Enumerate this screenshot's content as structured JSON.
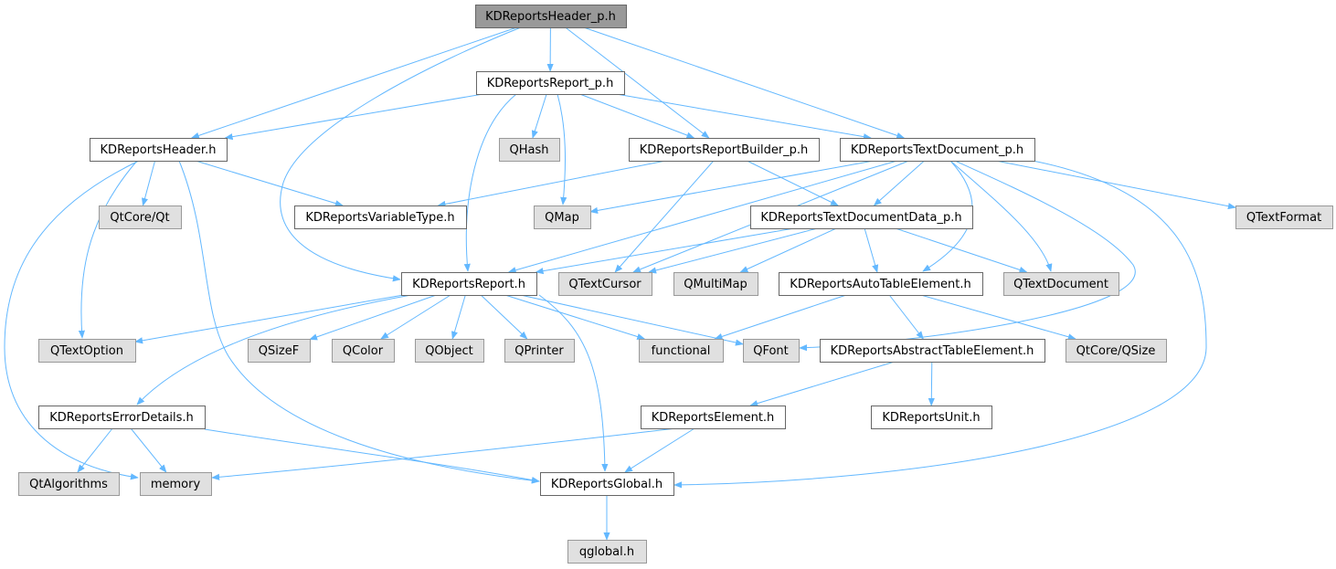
{
  "colors": {
    "edge": "#63b8ff",
    "root_fill": "#999999",
    "local_fill": "#ffffff",
    "external_fill": "#e0e0e0",
    "border_dark": "#666666",
    "border_light": "#999999"
  },
  "nodes": {
    "KDReportsHeader_p_h": {
      "label": "KDReportsHeader_p.h",
      "kind": "root"
    },
    "KDReportsReport_p_h": {
      "label": "KDReportsReport_p.h",
      "kind": "local"
    },
    "KDReportsHeader_h": {
      "label": "KDReportsHeader.h",
      "kind": "local"
    },
    "QHash": {
      "label": "QHash",
      "kind": "external"
    },
    "KDReportsReportBuilder_p_h": {
      "label": "KDReportsReportBuilder_p.h",
      "kind": "local"
    },
    "KDReportsTextDocument_p_h": {
      "label": "KDReportsTextDocument_p.h",
      "kind": "local"
    },
    "QtCore_Qt": {
      "label": "QtCore/Qt",
      "kind": "external"
    },
    "KDReportsVariableType_h": {
      "label": "KDReportsVariableType.h",
      "kind": "local"
    },
    "QMap": {
      "label": "QMap",
      "kind": "external"
    },
    "KDReportsTextDocumentData_p_h": {
      "label": "KDReportsTextDocumentData_p.h",
      "kind": "local"
    },
    "QTextFormat": {
      "label": "QTextFormat",
      "kind": "external"
    },
    "KDReportsReport_h": {
      "label": "KDReportsReport.h",
      "kind": "local"
    },
    "QTextCursor": {
      "label": "QTextCursor",
      "kind": "external"
    },
    "QMultiMap": {
      "label": "QMultiMap",
      "kind": "external"
    },
    "KDReportsAutoTableElement_h": {
      "label": "KDReportsAutoTableElement.h",
      "kind": "local"
    },
    "QTextDocument": {
      "label": "QTextDocument",
      "kind": "external"
    },
    "QTextOption": {
      "label": "QTextOption",
      "kind": "external"
    },
    "QSizeF": {
      "label": "QSizeF",
      "kind": "external"
    },
    "QColor": {
      "label": "QColor",
      "kind": "external"
    },
    "QObject": {
      "label": "QObject",
      "kind": "external"
    },
    "QPrinter": {
      "label": "QPrinter",
      "kind": "external"
    },
    "functional": {
      "label": "functional",
      "kind": "external"
    },
    "QFont": {
      "label": "QFont",
      "kind": "external"
    },
    "KDReportsAbstractTableElement_h": {
      "label": "KDReportsAbstractTableElement.h",
      "kind": "local"
    },
    "QtCore_QSize": {
      "label": "QtCore/QSize",
      "kind": "external"
    },
    "KDReportsErrorDetails_h": {
      "label": "KDReportsErrorDetails.h",
      "kind": "local"
    },
    "KDReportsElement_h": {
      "label": "KDReportsElement.h",
      "kind": "local"
    },
    "KDReportsUnit_h": {
      "label": "KDReportsUnit.h",
      "kind": "local"
    },
    "QtAlgorithms": {
      "label": "QtAlgorithms",
      "kind": "external"
    },
    "memory": {
      "label": "memory",
      "kind": "external"
    },
    "KDReportsGlobal_h": {
      "label": "KDReportsGlobal.h",
      "kind": "local"
    },
    "qglobal_h": {
      "label": "qglobal.h",
      "kind": "external"
    }
  },
  "edges": [
    [
      "KDReportsHeader_p_h",
      "KDReportsReport_p_h"
    ],
    [
      "KDReportsHeader_p_h",
      "KDReportsHeader_h"
    ],
    [
      "KDReportsHeader_p_h",
      "KDReportsReportBuilder_p_h"
    ],
    [
      "KDReportsHeader_p_h",
      "KDReportsTextDocument_p_h"
    ],
    [
      "KDReportsHeader_p_h",
      "KDReportsReport_h"
    ],
    [
      "KDReportsReport_p_h",
      "KDReportsHeader_h"
    ],
    [
      "KDReportsReport_p_h",
      "QHash"
    ],
    [
      "KDReportsReport_p_h",
      "KDReportsReportBuilder_p_h"
    ],
    [
      "KDReportsReport_p_h",
      "KDReportsTextDocument_p_h"
    ],
    [
      "KDReportsReport_p_h",
      "QMap"
    ],
    [
      "KDReportsReport_p_h",
      "KDReportsReport_h"
    ],
    [
      "KDReportsHeader_h",
      "QtCore_Qt"
    ],
    [
      "KDReportsHeader_h",
      "KDReportsVariableType_h"
    ],
    [
      "KDReportsHeader_h",
      "QTextOption"
    ],
    [
      "KDReportsHeader_h",
      "memory"
    ],
    [
      "KDReportsHeader_h",
      "KDReportsGlobal_h"
    ],
    [
      "KDReportsReportBuilder_p_h",
      "KDReportsVariableType_h"
    ],
    [
      "KDReportsReportBuilder_p_h",
      "KDReportsTextDocumentData_p_h"
    ],
    [
      "KDReportsReportBuilder_p_h",
      "QTextCursor"
    ],
    [
      "KDReportsTextDocument_p_h",
      "QMap"
    ],
    [
      "KDReportsTextDocument_p_h",
      "KDReportsTextDocumentData_p_h"
    ],
    [
      "KDReportsTextDocument_p_h",
      "QTextFormat"
    ],
    [
      "KDReportsTextDocument_p_h",
      "KDReportsReport_h"
    ],
    [
      "KDReportsTextDocument_p_h",
      "QTextCursor"
    ],
    [
      "KDReportsTextDocument_p_h",
      "KDReportsAutoTableElement_h"
    ],
    [
      "KDReportsTextDocument_p_h",
      "QTextDocument"
    ],
    [
      "KDReportsTextDocument_p_h",
      "QFont"
    ],
    [
      "KDReportsTextDocument_p_h",
      "KDReportsGlobal_h"
    ],
    [
      "KDReportsTextDocumentData_p_h",
      "KDReportsReport_h"
    ],
    [
      "KDReportsTextDocumentData_p_h",
      "QTextCursor"
    ],
    [
      "KDReportsTextDocumentData_p_h",
      "QMultiMap"
    ],
    [
      "KDReportsTextDocumentData_p_h",
      "KDReportsAutoTableElement_h"
    ],
    [
      "KDReportsTextDocumentData_p_h",
      "QTextDocument"
    ],
    [
      "KDReportsReport_h",
      "QTextOption"
    ],
    [
      "KDReportsReport_h",
      "QSizeF"
    ],
    [
      "KDReportsReport_h",
      "QColor"
    ],
    [
      "KDReportsReport_h",
      "QObject"
    ],
    [
      "KDReportsReport_h",
      "QPrinter"
    ],
    [
      "KDReportsReport_h",
      "functional"
    ],
    [
      "KDReportsReport_h",
      "QFont"
    ],
    [
      "KDReportsReport_h",
      "KDReportsErrorDetails_h"
    ],
    [
      "KDReportsReport_h",
      "KDReportsGlobal_h"
    ],
    [
      "KDReportsAutoTableElement_h",
      "functional"
    ],
    [
      "KDReportsAutoTableElement_h",
      "KDReportsAbstractTableElement_h"
    ],
    [
      "KDReportsAutoTableElement_h",
      "QtCore_QSize"
    ],
    [
      "KDReportsAbstractTableElement_h",
      "KDReportsElement_h"
    ],
    [
      "KDReportsAbstractTableElement_h",
      "KDReportsUnit_h"
    ],
    [
      "KDReportsErrorDetails_h",
      "QtAlgorithms"
    ],
    [
      "KDReportsErrorDetails_h",
      "memory"
    ],
    [
      "KDReportsErrorDetails_h",
      "KDReportsGlobal_h"
    ],
    [
      "KDReportsElement_h",
      "memory"
    ],
    [
      "KDReportsElement_h",
      "KDReportsGlobal_h"
    ],
    [
      "KDReportsGlobal_h",
      "qglobal_h"
    ]
  ]
}
